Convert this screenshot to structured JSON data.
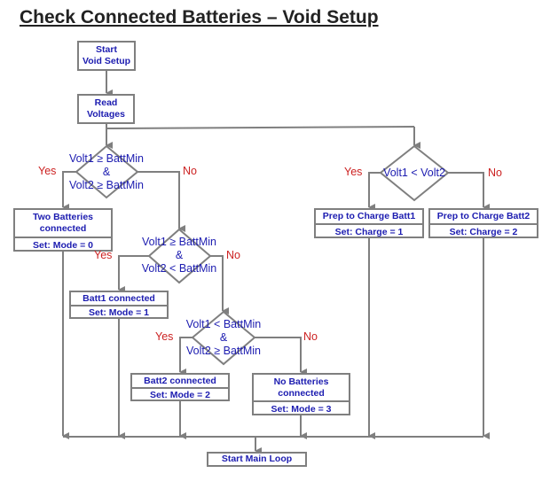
{
  "title": "Check Connected Batteries – Void Setup",
  "nodes": {
    "start_setup": {
      "line1": "Start",
      "line2": "Void Setup"
    },
    "read_voltages": {
      "line1": "Read",
      "line2": "Voltages"
    },
    "decision_both": {
      "line1": "Volt1 ≥ BattMin",
      "line2": "&",
      "line3": "Volt2 ≥ BattMin",
      "yes": "Yes",
      "no": "No"
    },
    "two_batteries": {
      "title": "Two Batteries connected",
      "action": "Set: Mode = 0"
    },
    "decision_batt1": {
      "line1": "Volt1 ≥ BattMin",
      "line2": "&",
      "line3": "Volt2 < BattMin",
      "yes": "Yes",
      "no": "No"
    },
    "batt1_connected": {
      "title": "Batt1 connected",
      "action": "Set: Mode = 1"
    },
    "decision_batt2": {
      "line1": "Volt1 < BattMin",
      "line2": "&",
      "line3": "Volt2 ≥ BattMin",
      "yes": "Yes",
      "no": "No"
    },
    "batt2_connected": {
      "title": "Batt2 connected",
      "action": "Set: Mode = 2"
    },
    "no_batteries": {
      "title": "No Batteries connected",
      "action": "Set: Mode = 3"
    },
    "decision_compare": {
      "line1": "Volt1 < Volt2",
      "yes": "Yes",
      "no": "No"
    },
    "charge_batt1": {
      "title": "Prep to Charge Batt1",
      "action": "Set: Charge = 1"
    },
    "charge_batt2": {
      "title": "Prep to Charge Batt2",
      "action": "Set: Charge = 2"
    },
    "start_main_loop": {
      "label": "Start Main Loop"
    }
  }
}
